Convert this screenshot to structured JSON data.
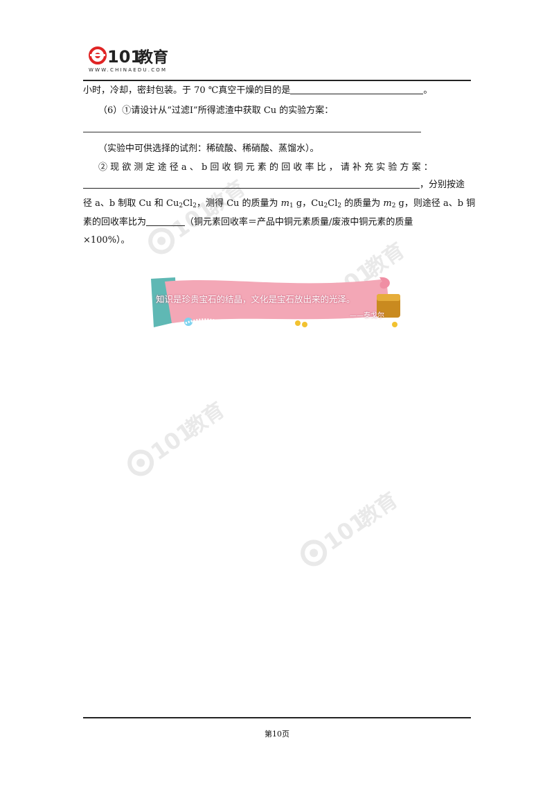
{
  "header": {
    "logo_text": "WWW.CHINAEDU.COM",
    "logo_brand": "101教育"
  },
  "content": {
    "l1_a": "小时，冷却，密封包装。于 70 ℃真空干燥的目的是",
    "l1_b": "。",
    "l2": "（6）①请设计从“过滤Ⅰ”所得滤渣中获取 Cu 的实验方案：",
    "l3": "（实验中可供选择的试剂：稀硫酸、稀硝酸、蒸馏水）。",
    "l4": "② 现 欲 测 定 途 径 a 、 b 回 收 铜 元 素 的 回 收 率 比 ， 请 补 充 实 验 方 案 ：",
    "l5_b": "，分别按途",
    "l6_a": "径 a、b 制取 Cu 和 Cu",
    "l6_sub1": "2",
    "l6_b": "Cl",
    "l6_sub2": "2",
    "l6_c": "，测得 Cu 的质量为 ",
    "l6_m1": "m",
    "l6_m1_sub": "1",
    "l6_d": " g，Cu",
    "l6_sub3": "2",
    "l6_e": "Cl",
    "l6_sub4": "2",
    "l6_f": " 的质量为 ",
    "l6_m2": "m",
    "l6_m2_sub": "2",
    "l6_g": " g，则途径 a、b 铜",
    "l7_a": "素的回收率比为",
    "l7_b": "（铜元素回收率＝产品中铜元素质量/废液中铜元素的质量",
    "l8": "×100%）。"
  },
  "banner": {
    "quote": "知识是珍贵宝石的结晶，文化是宝石放出来的光泽。",
    "author": "——泰戈尔"
  },
  "footer": {
    "page": "第10页"
  }
}
